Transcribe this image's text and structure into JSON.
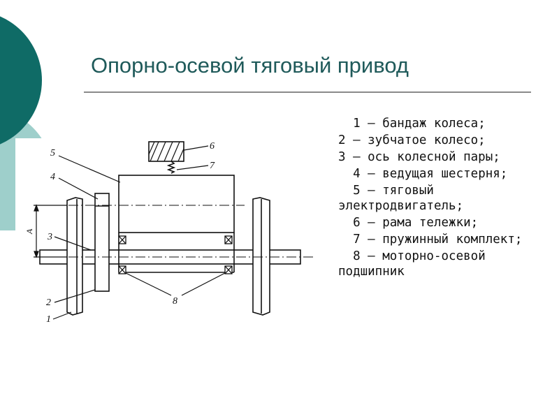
{
  "slide": {
    "title": "Опорно-осевой тяговый привод",
    "accent_dark": "#0f6b66",
    "accent_light": "#9ecfcb"
  },
  "legend": [
    {
      "text": "  1 — бандаж колеса;"
    },
    {
      "text": "2 — зубчатое колесо;"
    },
    {
      "text": "3 — ось колесной пары;"
    },
    {
      "text": "  4 — ведущая шестерня;"
    },
    {
      "text": "  5 — тяговый электродвигатель;"
    },
    {
      "text": "  6 — рама тележки;"
    },
    {
      "text": "  7 — пружинный комплект;"
    },
    {
      "text": "  8 — моторно-осевой подшипник"
    }
  ],
  "diagram": {
    "callouts": [
      "1",
      "2",
      "3",
      "4",
      "5",
      "6",
      "7",
      "8"
    ],
    "dimension_label": "A"
  }
}
